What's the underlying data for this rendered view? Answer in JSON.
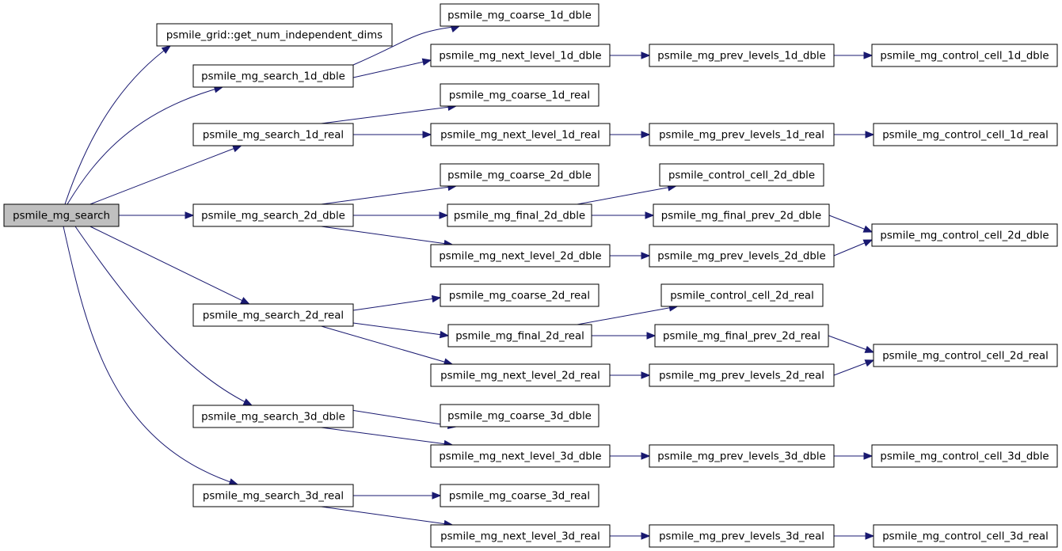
{
  "graph": {
    "edge_color": "#191970",
    "root_fill": "#bfbfbf",
    "nodes": {
      "root": "psmile_mg_search",
      "grid": "psmile_grid::get_num_independent_dims",
      "s1d": "psmile_mg_search_1d_dble",
      "s1r": "psmile_mg_search_1d_real",
      "s2d": "psmile_mg_search_2d_dble",
      "s2r": "psmile_mg_search_2d_real",
      "s3d": "psmile_mg_search_3d_dble",
      "s3r": "psmile_mg_search_3d_real",
      "c1d": "psmile_mg_coarse_1d_dble",
      "n1d": "psmile_mg_next_level_1d_dble",
      "c1r": "psmile_mg_coarse_1d_real",
      "n1r": "psmile_mg_next_level_1d_real",
      "c2d": "psmile_mg_coarse_2d_dble",
      "f2d": "psmile_mg_final_2d_dble",
      "n2d": "psmile_mg_next_level_2d_dble",
      "c2r": "psmile_mg_coarse_2d_real",
      "f2r": "psmile_mg_final_2d_real",
      "n2r": "psmile_mg_next_level_2d_real",
      "c3d": "psmile_mg_coarse_3d_dble",
      "n3d": "psmile_mg_next_level_3d_dble",
      "c3r": "psmile_mg_coarse_3d_real",
      "n3r": "psmile_mg_next_level_3d_real",
      "p1d": "psmile_mg_prev_levels_1d_dble",
      "p1r": "psmile_mg_prev_levels_1d_real",
      "cc2d": "psmile_control_cell_2d_dble",
      "fp2d": "psmile_mg_final_prev_2d_dble",
      "p2d": "psmile_mg_prev_levels_2d_dble",
      "cc2r": "psmile_control_cell_2d_real",
      "fp2r": "psmile_mg_final_prev_2d_real",
      "p2r": "psmile_mg_prev_levels_2d_real",
      "p3d": "psmile_mg_prev_levels_3d_dble",
      "p3r": "psmile_mg_prev_levels_3d_real",
      "mc1d": "psmile_mg_control_cell_1d_dble",
      "mc1r": "psmile_mg_control_cell_1d_real",
      "mc2d": "psmile_mg_control_cell_2d_dble",
      "mc2r": "psmile_mg_control_cell_2d_real",
      "mc3d": "psmile_mg_control_cell_3d_dble",
      "mc3r": "psmile_mg_control_cell_3d_real"
    },
    "edges": [
      [
        "root",
        "grid"
      ],
      [
        "root",
        "s1d"
      ],
      [
        "root",
        "s1r"
      ],
      [
        "root",
        "s2d"
      ],
      [
        "root",
        "s2r"
      ],
      [
        "root",
        "s3d"
      ],
      [
        "root",
        "s3r"
      ],
      [
        "s1d",
        "c1d"
      ],
      [
        "s1d",
        "n1d"
      ],
      [
        "n1d",
        "p1d"
      ],
      [
        "p1d",
        "mc1d"
      ],
      [
        "s1r",
        "c1r"
      ],
      [
        "s1r",
        "n1r"
      ],
      [
        "n1r",
        "p1r"
      ],
      [
        "p1r",
        "mc1r"
      ],
      [
        "s2d",
        "c2d"
      ],
      [
        "s2d",
        "f2d"
      ],
      [
        "s2d",
        "n2d"
      ],
      [
        "f2d",
        "cc2d"
      ],
      [
        "f2d",
        "fp2d"
      ],
      [
        "fp2d",
        "mc2d"
      ],
      [
        "n2d",
        "p2d"
      ],
      [
        "p2d",
        "mc2d"
      ],
      [
        "s2r",
        "c2r"
      ],
      [
        "s2r",
        "f2r"
      ],
      [
        "s2r",
        "n2r"
      ],
      [
        "f2r",
        "cc2r"
      ],
      [
        "f2r",
        "fp2r"
      ],
      [
        "fp2r",
        "mc2r"
      ],
      [
        "n2r",
        "p2r"
      ],
      [
        "p2r",
        "mc2r"
      ],
      [
        "s3d",
        "c3d"
      ],
      [
        "s3d",
        "n3d"
      ],
      [
        "n3d",
        "p3d"
      ],
      [
        "p3d",
        "mc3d"
      ],
      [
        "s3r",
        "c3r"
      ],
      [
        "s3r",
        "n3r"
      ],
      [
        "n3r",
        "p3r"
      ],
      [
        "p3r",
        "mc3r"
      ]
    ]
  }
}
